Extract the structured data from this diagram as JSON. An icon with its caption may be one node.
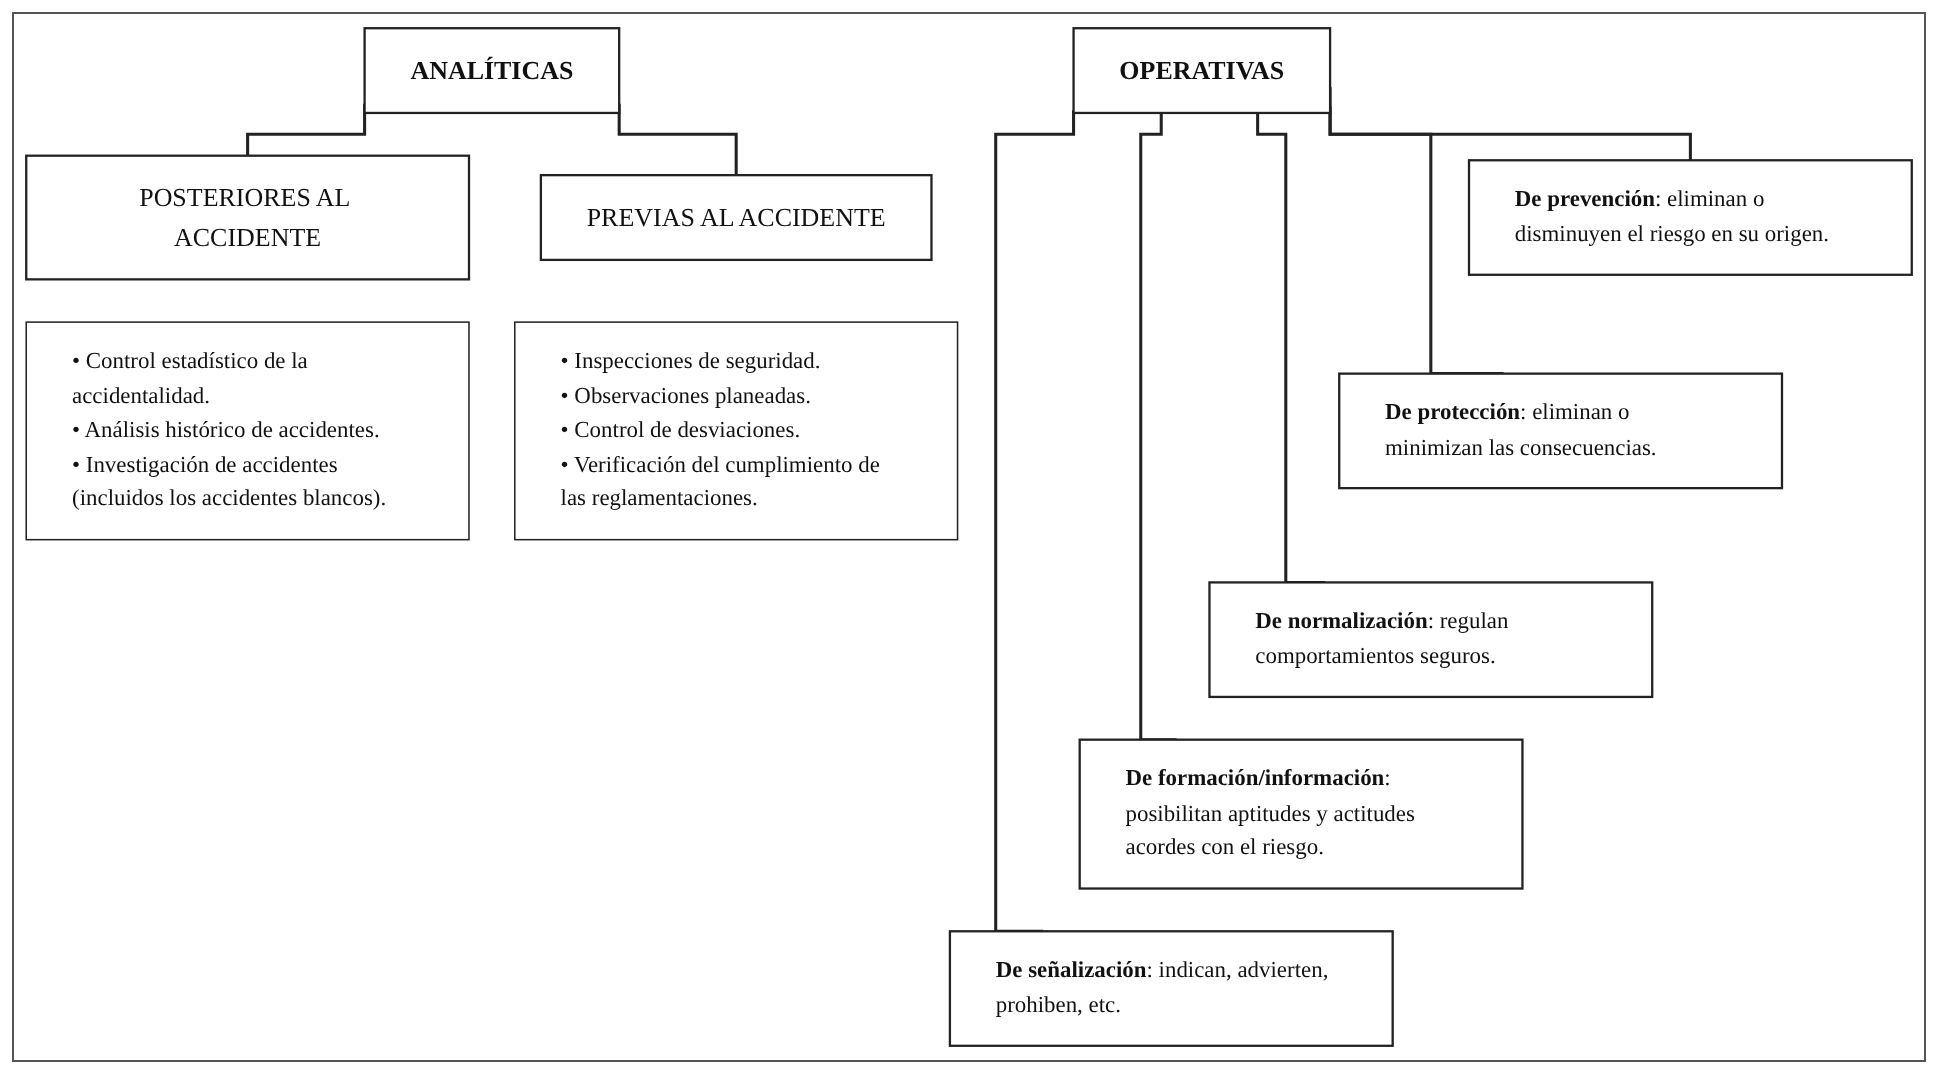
{
  "diagram": {
    "nodes": [
      {
        "text": [
          "ANALÍTICAS"
        ]
      },
      {
        "text": [
          "POSTERIORES AL ACCIDENTE"
        ]
      },
      {
        "text": [
          "PREVIAS AL ACCIDENTE"
        ]
      },
      {
        "text": [
          "• Control estadístico de la accidentalidad.",
          "• Análisis histórico de accidentes.",
          "• Investigación de accidentes (incluidos los accidentes blancos)."
        ]
      },
      {
        "text": [
          "• Inspecciones de seguridad.",
          "• Observaciones planeadas.",
          "• Control de desviaciones.",
          "• Verificación del cumplimiento de las reglamentaciones."
        ]
      },
      {
        "text": [
          "OPERATIVAS"
        ]
      },
      {
        "text": [
          "**De prevención**: eliminan o disminuyen el riesgo en su origen."
        ]
      },
      {
        "text": [
          "**De protección**: eliminan o minimizan las consecuencias."
        ]
      },
      {
        "text": [
          "**De normalización**: regulan comportamientos seguros."
        ]
      },
      {
        "text": [
          "**De formación/información**: posibilitan aptitudes y actitudes acordes con el riesgo."
        ]
      },
      {
        "text": [
          "**De señalización**: indican, advierten, prohiben, etc."
        ]
      }
    ],
    "edges": [
      {
        "from": 0,
        "to": 1,
        "arrow": "none"
      },
      {
        "from": 0,
        "to": 2,
        "arrow": "none"
      },
      {
        "from": 5,
        "to": 6,
        "arrow": "none"
      },
      {
        "from": 5,
        "to": 7,
        "arrow": "none"
      },
      {
        "from": 5,
        "to": 8,
        "arrow": "none"
      },
      {
        "from": 5,
        "to": 9,
        "arrow": "none"
      },
      {
        "from": 5,
        "to": 10,
        "arrow": "none"
      }
    ]
  }
}
